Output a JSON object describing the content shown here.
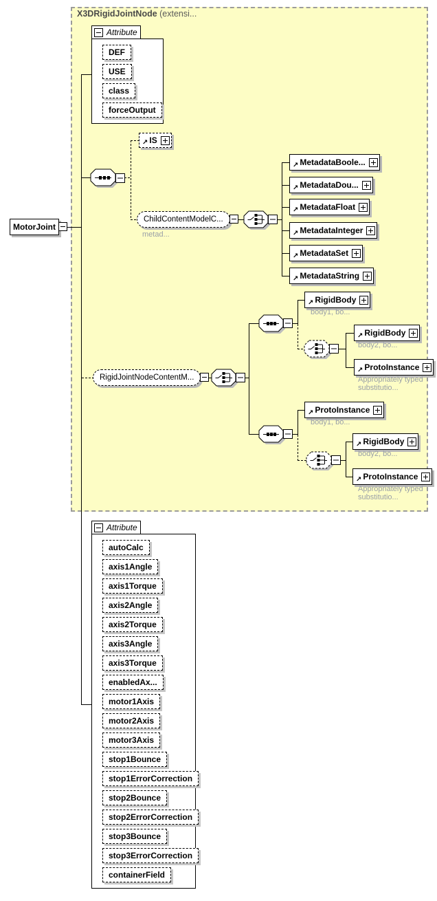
{
  "title": {
    "name": "X3DRigidJointNode",
    "suffix": " (extensi..."
  },
  "root": {
    "label": "MotorJoint"
  },
  "icons": {
    "reference_arrow": "↗",
    "collapse_minus": "-",
    "expand_plus": "+"
  },
  "attribute_groups": {
    "extension": {
      "header": "Attribute",
      "items": [
        "DEF",
        "USE",
        "class",
        "forceOutput"
      ]
    },
    "local": {
      "header": "Attribute",
      "items": [
        "autoCalc",
        "axis1Angle",
        "axis1Torque",
        "axis2Angle",
        "axis2Torque",
        "axis3Angle",
        "axis3Torque",
        "enabledAx...",
        "motor1Axis",
        "motor2Axis",
        "motor3Axis",
        "stop1Bounce",
        "stop1ErrorCorrection",
        "stop2Bounce",
        "stop2ErrorCorrection",
        "stop3Bounce",
        "stop3ErrorCorrection",
        "containerField"
      ]
    }
  },
  "elements": {
    "is": {
      "label": "IS"
    },
    "child_content_model": {
      "label": "ChildContentModelC...",
      "annotation": "metad..."
    },
    "metadata_choice": [
      "MetadataBoole...",
      "MetadataDou...",
      "MetadataFloat",
      "MetadataInteger",
      "MetadataSet",
      "MetadataString"
    ],
    "rigid_content_model": {
      "label": "RigidJointNodeContentM..."
    },
    "seq1": {
      "first": {
        "label": "RigidBody",
        "annotation": "body1, bo..."
      },
      "choice_a": {
        "label": "RigidBody",
        "annotation": "body2, bo..."
      },
      "choice_b": {
        "label": "ProtoInstance",
        "annotation": "Appropriately typed substitutio..."
      }
    },
    "seq2": {
      "first": {
        "label": "ProtoInstance",
        "annotation": "body1, bo..."
      },
      "choice_a": {
        "label": "RigidBody",
        "annotation": "body2, bo..."
      },
      "choice_b": {
        "label": "ProtoInstance",
        "annotation": "Appropriately typed substitutio..."
      }
    }
  }
}
